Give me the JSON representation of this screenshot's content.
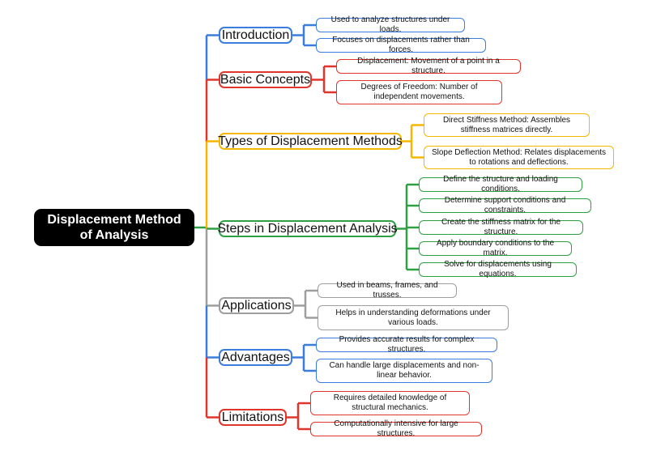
{
  "colors": {
    "blue": "#3b7ddd",
    "red": "#e0352b",
    "yellow": "#f5b700",
    "green": "#2ea043",
    "gray": "#9e9e9e",
    "root_bg": "#000000"
  },
  "root": {
    "label": "Displacement Method of Analysis"
  },
  "branches": [
    {
      "label": "Introduction",
      "color": "blue",
      "children": [
        "Used to analyze structures under loads.",
        "Focuses on displacements rather than forces."
      ]
    },
    {
      "label": "Basic Concepts",
      "color": "red",
      "children": [
        "Displacement: Movement of a point in a structure.",
        "Degrees of Freedom: Number of independent movements."
      ]
    },
    {
      "label": "Types of Displacement Methods",
      "color": "yellow",
      "children": [
        "Direct Stiffness Method: Assembles stiffness matrices directly.",
        "Slope Deflection Method: Relates displacements to rotations and deflections."
      ]
    },
    {
      "label": "Steps in Displacement Analysis",
      "color": "green",
      "children": [
        "Define the structure and loading conditions.",
        "Determine support conditions and constraints.",
        "Create the stiffness matrix for the structure.",
        "Apply boundary conditions to the matrix.",
        "Solve for displacements using equations."
      ]
    },
    {
      "label": "Applications",
      "color": "gray",
      "children": [
        "Used in beams, frames, and trusses.",
        "Helps in understanding deformations under various loads."
      ]
    },
    {
      "label": "Advantages",
      "color": "blue",
      "children": [
        "Provides accurate results for complex structures.",
        "Can handle large displacements and non-linear behavior."
      ]
    },
    {
      "label": "Limitations",
      "color": "red",
      "children": [
        "Requires detailed knowledge of structural mechanics.",
        "Computationally intensive for large structures."
      ]
    }
  ]
}
